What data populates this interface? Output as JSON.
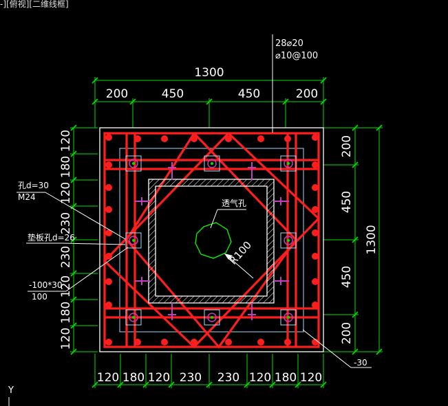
{
  "viewport_label": "-][俯视][二维线框]",
  "ucs_label": "Y",
  "rebar_spec": {
    "main": "28⌀20",
    "stirrup": "⌀10@100"
  },
  "top_dims": {
    "overall": "1300",
    "segments": [
      "200",
      "450",
      "450",
      "200"
    ]
  },
  "bottom_dims": [
    "120",
    "180",
    "120",
    "230",
    "230",
    "120",
    "180",
    "120"
  ],
  "left_dims": [
    "120",
    "180",
    "120",
    "230",
    "230",
    "120",
    "180",
    "120"
  ],
  "right_dims": {
    "overall": "1300",
    "segments": [
      "200",
      "450",
      "450",
      "200"
    ]
  },
  "labels": {
    "hole": "孔d=30",
    "bolt": "M24",
    "plate_hole": "垫板孔d=26",
    "plate_section": "-100*30",
    "plate_length": "100",
    "vent_hole": "透气孔",
    "radius": "R100",
    "plate_thickness": "-30"
  },
  "colors": {
    "background": "#000000",
    "rebar": "#ff1e1e",
    "dimension": "#00e000",
    "outline": "#ffffff",
    "plate": "#a8d8ff",
    "bolt": "#c040c0",
    "vent": "#00ff00"
  }
}
